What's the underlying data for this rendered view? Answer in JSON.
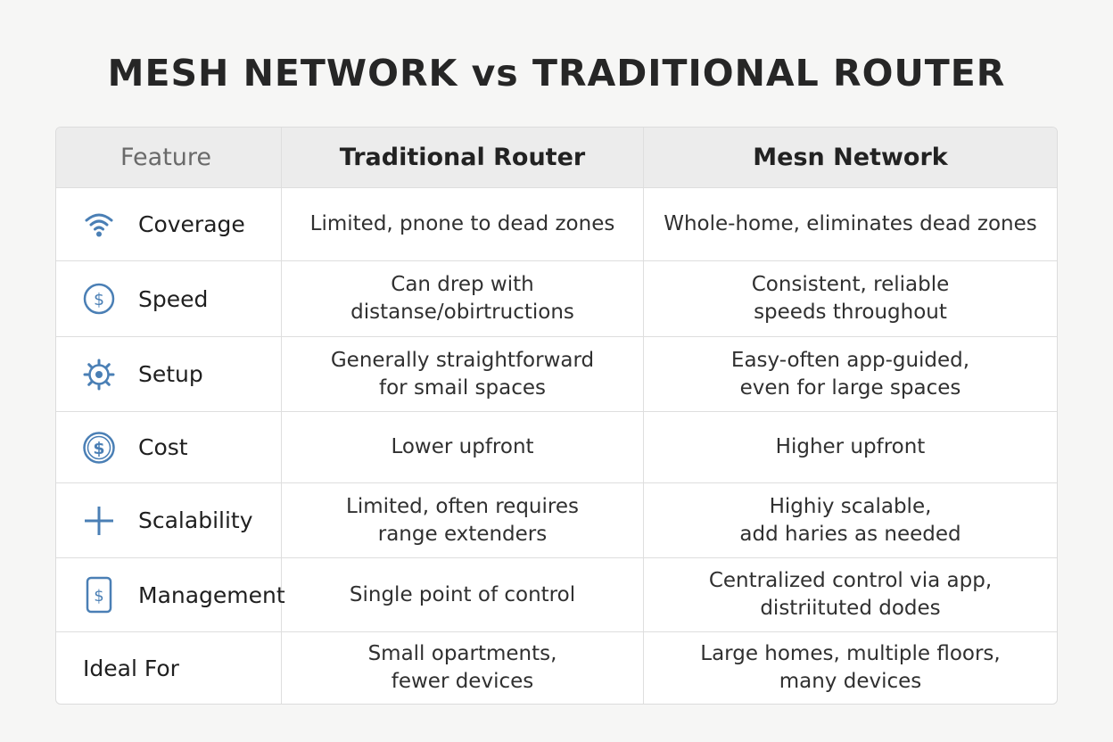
{
  "title": "MESH NETWORK vs TRADITIONAL ROUTER",
  "header": {
    "feature": "Feature",
    "traditional": "Traditional Router",
    "mesh": "Mesn Network"
  },
  "accent_color": "#4a7fb5",
  "rows": [
    {
      "feature": "Coverage",
      "icon": "wifi-icon",
      "traditional": "Limited, pnone to dead zones",
      "mesh": "Whole-home, eliminates dead zones"
    },
    {
      "feature": "Speed",
      "icon": "speed-icon",
      "traditional": "Can drep with\ndistanse/obirtructions",
      "mesh": "Consistent, reliable\nspeeds throughout"
    },
    {
      "feature": "Setup",
      "icon": "gear-icon",
      "traditional": "Generally straightforward\nfor smail spaces",
      "mesh": "Easy-often app-guided,\neven for large spaces"
    },
    {
      "feature": "Cost",
      "icon": "dollar-icon",
      "traditional": "Lower upfront",
      "mesh": "Higher upfront"
    },
    {
      "feature": "Scalability",
      "icon": "plus-icon",
      "traditional": "Limited, often requires\nrange extenders",
      "mesh": "Highiy scalable,\nadd haries as needed"
    },
    {
      "feature": "Management",
      "icon": "phone-app-icon",
      "traditional": "Single point of control",
      "mesh": "Centralized control via app,\ndistriituted dodes"
    },
    {
      "feature": "Ideal For",
      "icon": "",
      "traditional": "Small opartments,\nfewer devices",
      "mesh": "Large homes, multiple floors,\nmany devices"
    }
  ]
}
